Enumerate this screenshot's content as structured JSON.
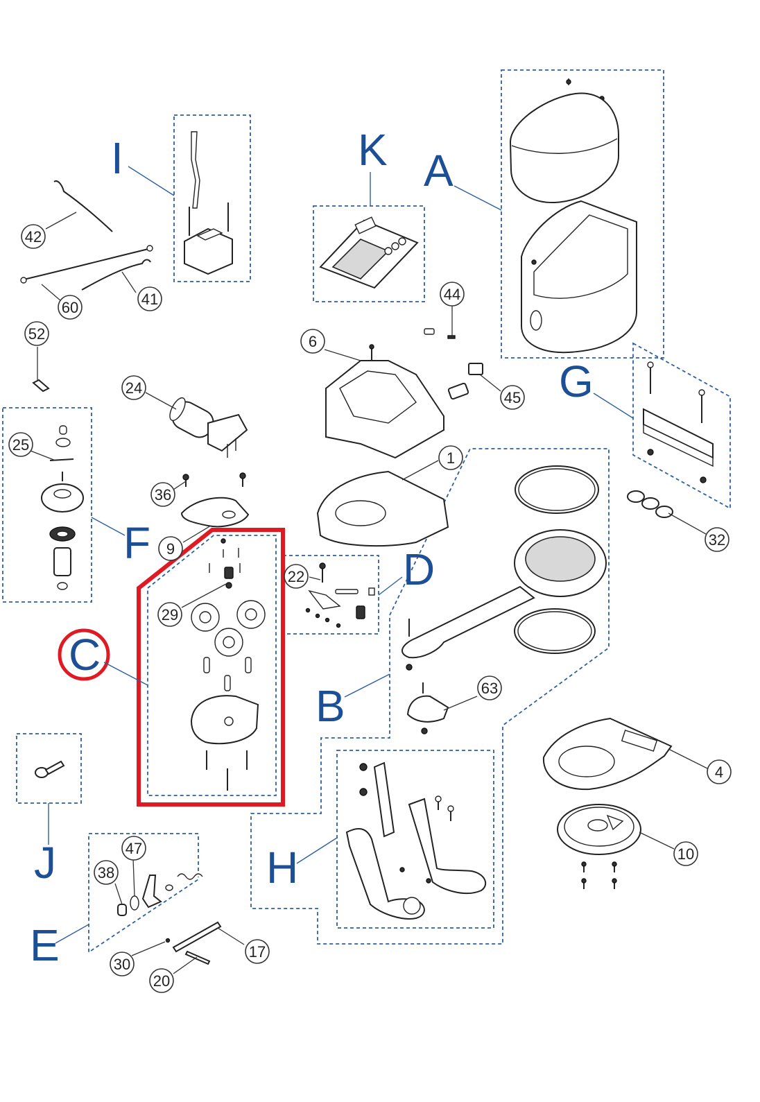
{
  "groups": {
    "A": "A",
    "B": "B",
    "C": "C",
    "D": "D",
    "E": "E",
    "F": "F",
    "G": "G",
    "H": "H",
    "I": "I",
    "J": "J",
    "K": "K"
  },
  "parts": {
    "p1": "1",
    "p4": "4",
    "p6": "6",
    "p9": "9",
    "p10": "10",
    "p17": "17",
    "p20": "20",
    "p22": "22",
    "p24": "24",
    "p25": "25",
    "p29": "29",
    "p30": "30",
    "p32": "32",
    "p36": "36",
    "p38": "38",
    "p41": "41",
    "p42": "42",
    "p44": "44",
    "p45": "45",
    "p47": "47",
    "p52": "52",
    "p60": "60",
    "p63": "63"
  },
  "highlighted_group": "C",
  "colors": {
    "group_label": "#1d4f96",
    "group_box": "#2d5f9e",
    "highlight": "#e01a22"
  }
}
